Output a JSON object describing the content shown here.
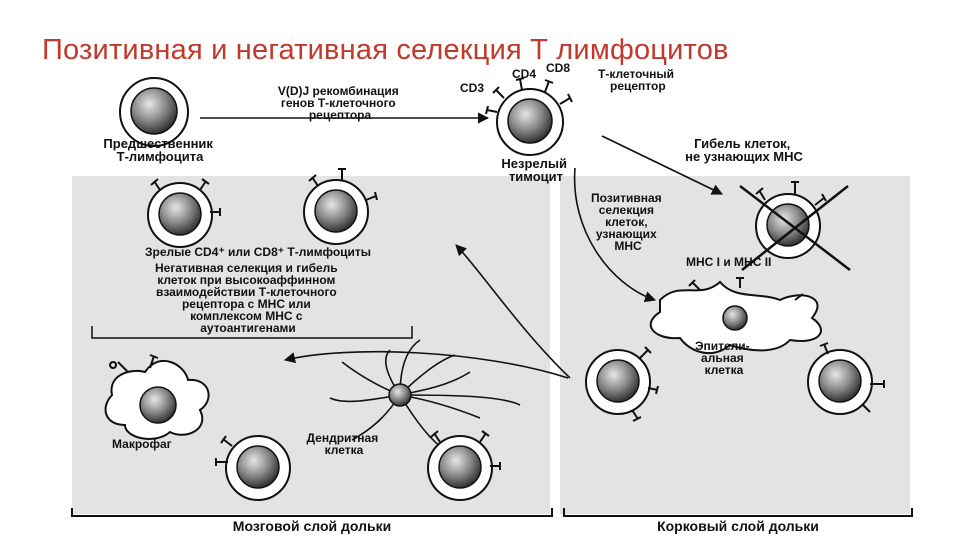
{
  "title": "Позитивная и негативная селекция Т лимфоцитов",
  "labels": {
    "vdj": [
      "V(D)J рекомбинация",
      "генов Т-клеточного",
      "рецептора"
    ],
    "cd4": "CD4",
    "cd8": "CD8",
    "cd3": "CD3",
    "tcr": [
      "Т-клеточный",
      "рецептор"
    ],
    "precursor": [
      "Предшественник",
      "Т-лимфоцита"
    ],
    "immature": [
      "Незрелый",
      "тимоцит"
    ],
    "death": [
      "Гибель клеток,",
      "не узнающих МНС"
    ],
    "positive": [
      "Позитивная",
      "селекция",
      "клеток,",
      "узнающих",
      "МНС"
    ],
    "mhc": "МНС I и МНС II",
    "mature": "Зрелые CD4⁺ или CD8⁺ Т-лимфоциты",
    "negative": [
      "Негативная селекция и гибель",
      "клеток при высокоаффинном",
      "взаимодействии Т-клеточного",
      "рецептора с МНС или",
      "комплексом МНС с",
      "аутоантигенами"
    ],
    "epithelial": [
      "Эпители-",
      "альная",
      "клетка"
    ],
    "macrophage": "Макрофаг",
    "dendritic": [
      "Дендритная",
      "клетка"
    ],
    "medulla": "Мозговой слой дольки",
    "cortex": "Корковый слой дольки"
  },
  "colors": {
    "title": "#c0392b",
    "panel": "#e3e3e3",
    "ink": "#111111"
  }
}
